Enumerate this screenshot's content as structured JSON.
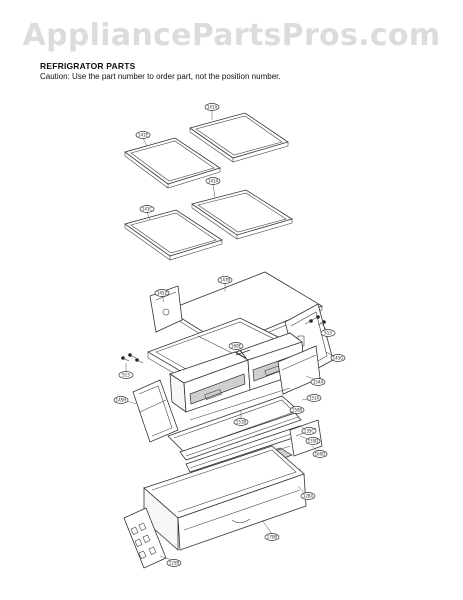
{
  "watermark": "AppliancePartsPros.com",
  "header": {
    "title": "REFRIGRATOR PARTS",
    "caution": "Caution: Use the part number to order part, not the position number."
  },
  "callouts": {
    "shelf_upper_right": "141A",
    "shelf_upper_left": "141E",
    "shelf_lower_right": "141A",
    "shelf_lower_left": "141C",
    "crisper_cover_glass": "147B",
    "crisper_left_cover": "145Z",
    "screw_right": "S13",
    "screw_left": "S13",
    "right_side_panel": "145G",
    "center_support": "160E",
    "right_rail": "154A",
    "left_rail": "145H",
    "drawer_front": "151A",
    "rail_cover": "150B",
    "drawer_pan": "151B",
    "crossbar_upper": "135C",
    "crossbar_lower": "135D",
    "right_cover": "160D",
    "bottom_rail": "128A",
    "bottom_drawer": "170B",
    "front_cover": "125B"
  }
}
